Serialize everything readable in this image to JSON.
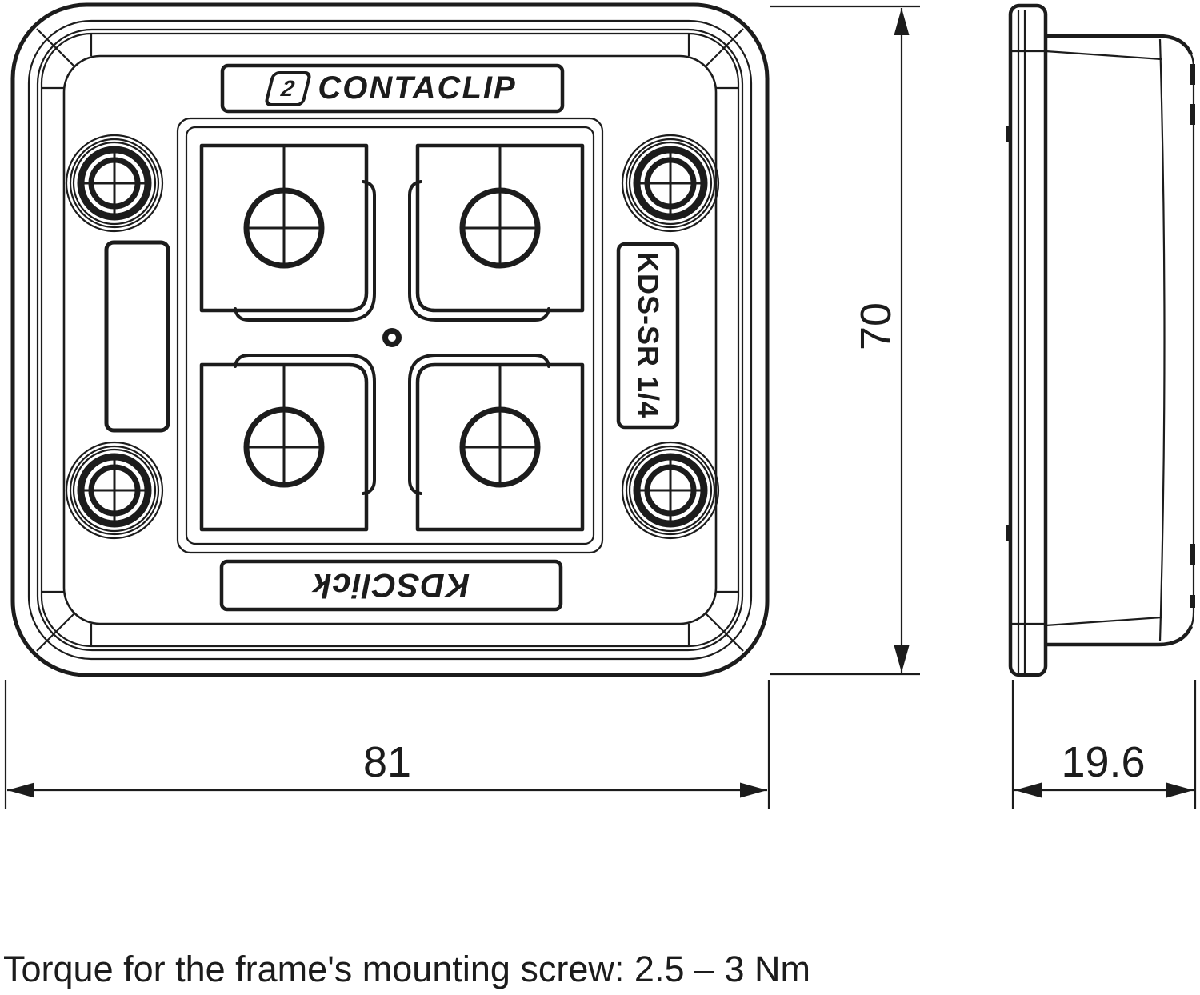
{
  "front_view": {
    "brand_logo": {
      "icon": "2",
      "text": "CONTACLIP"
    },
    "side_label": "KDS-SR 1/4",
    "bottom_label": "KDSClick"
  },
  "dimensions": {
    "width": "81",
    "height": "70",
    "depth": "19.6"
  },
  "note": "Torque for the frame's mounting screw: 2.5 – 3 Nm",
  "colors": {
    "line": "#1c1c1c",
    "background": "#ffffff"
  }
}
